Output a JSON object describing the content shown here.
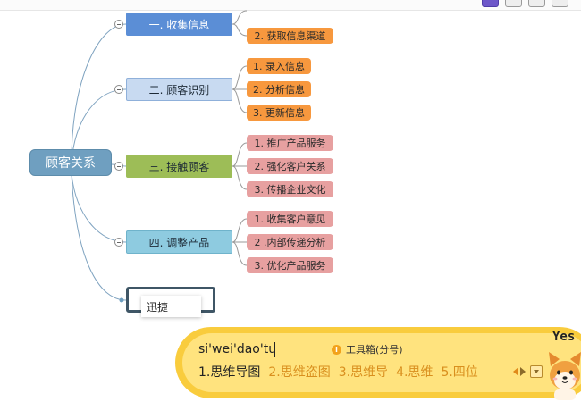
{
  "mindmap": {
    "root": {
      "label": "顾客关系"
    },
    "branches": [
      {
        "label": "一. 收集信息",
        "color": "#5b8ed6",
        "text_color": "#ffffff",
        "children": [
          {
            "label": "2. 获取信息渠道",
            "color": "#f7983e"
          }
        ]
      },
      {
        "label": "二. 顾客识别",
        "color": "#c8daf1",
        "text_color": "#1d2a36",
        "children": [
          {
            "label": "1. 录入信息",
            "color": "#f7983e"
          },
          {
            "label": "2. 分析信息",
            "color": "#f7983e"
          },
          {
            "label": "3. 更新信息",
            "color": "#f7983e"
          }
        ]
      },
      {
        "label": "三. 接触顾客",
        "color": "#9dbd57",
        "text_color": "#1d2a36",
        "children": [
          {
            "label": "1. 推广产品服务",
            "color": "#e7a0a0"
          },
          {
            "label": "2. 强化客户关系",
            "color": "#e7a0a0"
          },
          {
            "label": "3. 传播企业文化",
            "color": "#e7a0a0"
          }
        ]
      },
      {
        "label": "四. 调整产品",
        "color": "#8ecbe0",
        "text_color": "#1d2a36",
        "children": [
          {
            "label": "1. 收集客户意见",
            "color": "#e7a0a0"
          },
          {
            "label": "2 .内部传递分析",
            "color": "#e7a0a0"
          },
          {
            "label": "3. 优化产品服务",
            "color": "#e7a0a0"
          }
        ]
      }
    ],
    "editing_suggestion": "迅捷"
  },
  "ime": {
    "pinyin": "si'wei'dao'tu",
    "tools_label": "工具箱(分号)",
    "candidates": [
      "1.思维导图",
      "2.思维盗图",
      "3.思维导",
      "4.思维",
      "5.四位"
    ],
    "mascot_text": "Yes"
  }
}
